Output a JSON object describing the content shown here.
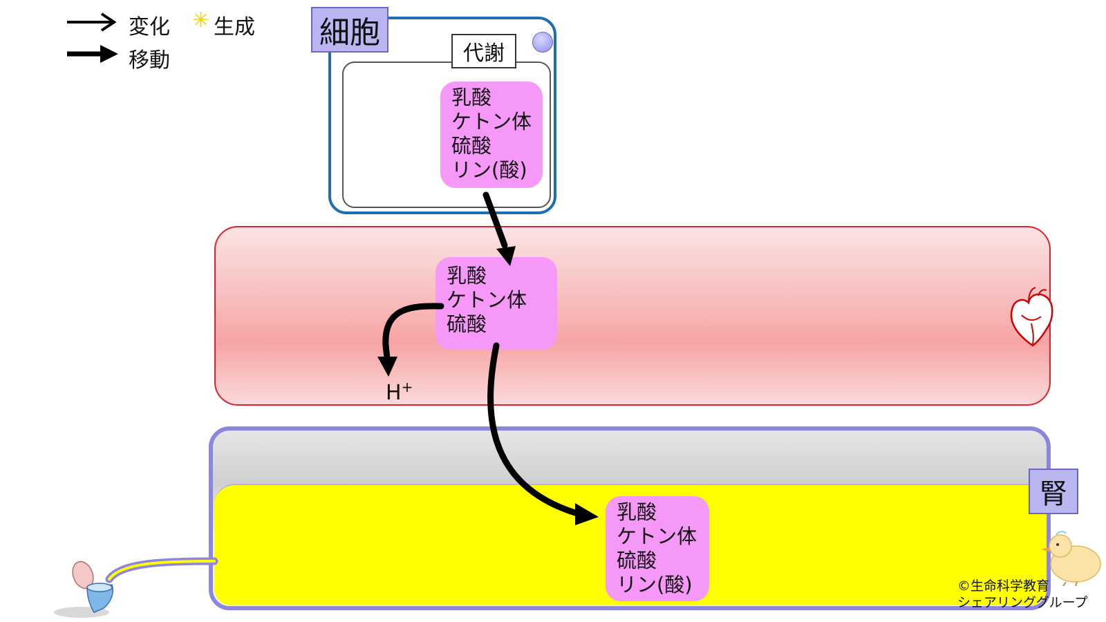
{
  "legend": {
    "change_label": "変化",
    "generate_label": "生成",
    "move_label": "移動",
    "generate_mark": "✳"
  },
  "cell": {
    "title": "細胞",
    "metabolism_label": "代謝",
    "acids": [
      "乳酸",
      "ケトン体",
      "硫酸",
      "リン(酸)"
    ]
  },
  "blood": {
    "acids": [
      "乳酸",
      "ケトン体",
      "硫酸"
    ],
    "h_ion": "H",
    "h_ion_charge": "+"
  },
  "kidney": {
    "title": "腎",
    "acids": [
      "乳酸",
      "ケトン体",
      "硫酸",
      "リン(酸)"
    ]
  },
  "credit": {
    "line1": "©生命科学教育",
    "line2": "シェアリンググループ"
  },
  "icons": [
    "heart-icon",
    "toilet-icon",
    "chick-icon",
    "cell-dot-icon"
  ],
  "colors": {
    "cell_border": "#1f6fb0",
    "acid_box": "#f598f7",
    "blood_border": "#e0202a",
    "urine": "#ffff00",
    "kidney_border": "#8c86df"
  }
}
